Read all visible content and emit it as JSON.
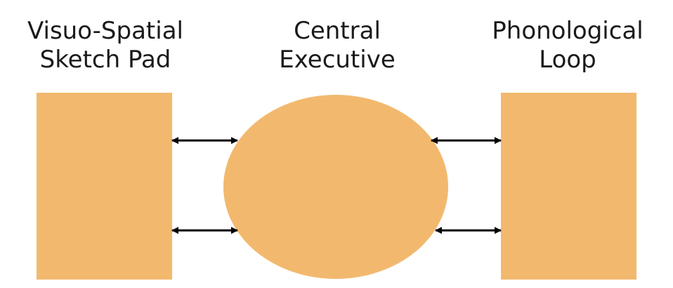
{
  "diagram": {
    "left_label": "Visuo-Spatial\nSketch Pad",
    "center_label": "Central\nExecutive",
    "right_label": "Phonological\nLoop",
    "shape_fill": "#F2B96E",
    "arrow_color": "#000000"
  }
}
